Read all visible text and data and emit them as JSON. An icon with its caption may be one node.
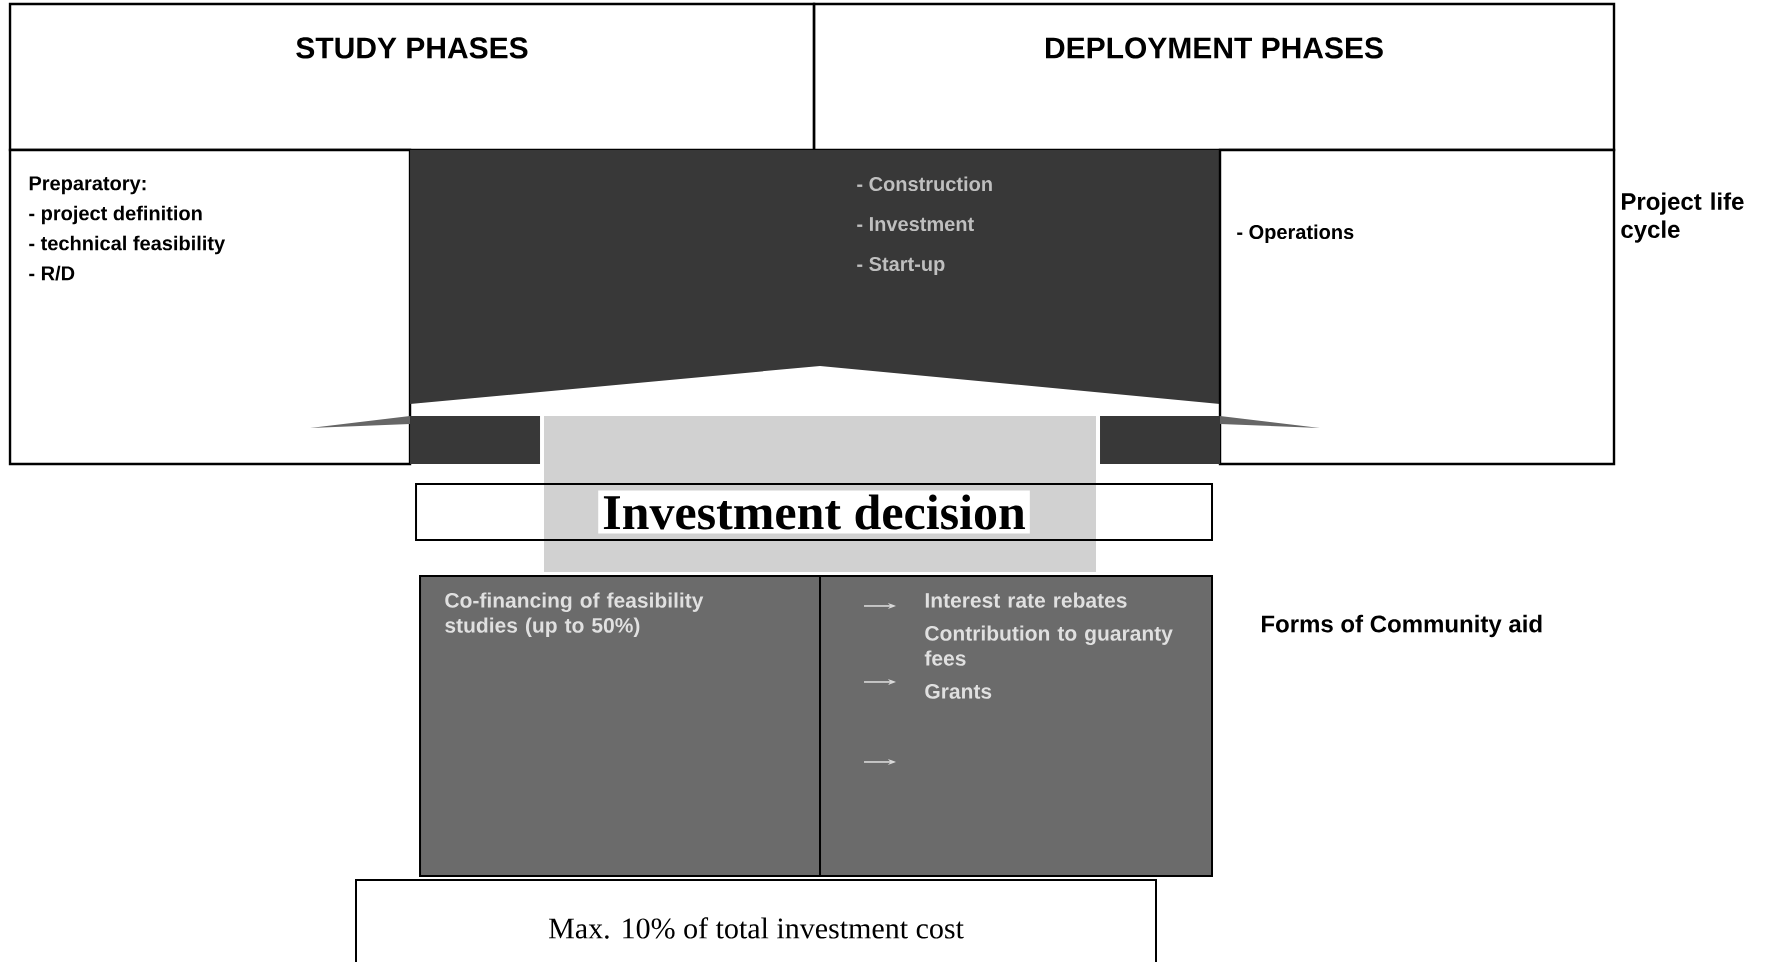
{
  "diagram": {
    "nodes": [
      {
        "text": [
          "STUDY PHASES"
        ]
      },
      {
        "text": [
          "DEPLOYMENT PHASES"
        ]
      },
      {
        "text": [
          "Preparatory:",
          "- project definition",
          "- technical feasibility",
          "- R/D"
        ]
      },
      {
        "text": [
          "- Construction",
          "- Investment",
          "- Start-up"
        ]
      },
      {
        "text": [
          "- Operations"
        ]
      },
      {
        "text": [
          "Investment decision"
        ]
      },
      {
        "text": [
          "Co-financing of feasibility studies (up to 50%)"
        ]
      },
      {
        "text": [
          "Interest rate rebates",
          "Contribution to guaranty fees",
          "Grants"
        ]
      },
      {
        "text": [
          "Max. 10% of total investment cost"
        ]
      }
    ],
    "labels": [
      "Project life cycle",
      "Forms of Community aid"
    ]
  }
}
